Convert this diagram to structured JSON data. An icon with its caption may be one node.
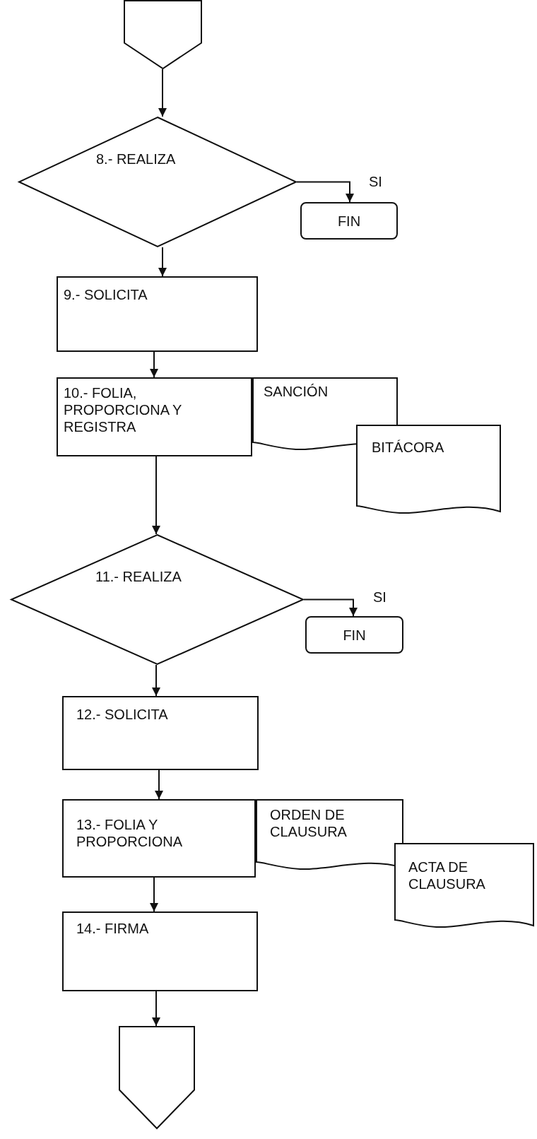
{
  "diagram": {
    "nodes": [
      {
        "text": [],
        "shape": "pentagon"
      },
      {
        "text": [
          "8.- REALIZA"
        ]
      },
      {
        "text": [
          "FIN"
        ]
      },
      {
        "text": [
          "9.- SOLICITA"
        ]
      },
      {
        "text": [
          "10.- FOLIA, PROPORCIONA Y REGISTRA"
        ]
      },
      {
        "text": [
          "SANCIÓN"
        ]
      },
      {
        "text": [
          "BITÁCORA"
        ]
      },
      {
        "text": [
          "11.- REALIZA"
        ]
      },
      {
        "text": [
          "FIN"
        ]
      },
      {
        "text": [
          "12.- SOLICITA"
        ]
      },
      {
        "text": [
          "13.- FOLIA Y PROPORCIONA"
        ]
      },
      {
        "text": [
          "ORDEN DE CLAUSURA"
        ]
      },
      {
        "text": [
          "ACTA DE CLAUSURA"
        ]
      },
      {
        "text": [
          "14.- FIRMA"
        ]
      },
      {
        "text": [],
        "shape": "pentagon"
      }
    ],
    "edges": [
      {
        "from": 0,
        "to": 1,
        "arrow": "to"
      },
      {
        "from": 1,
        "to": 2,
        "arrow": "to",
        "label": "SI"
      },
      {
        "from": 1,
        "to": 3,
        "arrow": "to"
      },
      {
        "from": 3,
        "to": 4,
        "arrow": "to"
      },
      {
        "from": 4,
        "to": 7,
        "arrow": "to"
      },
      {
        "from": 7,
        "to": 8,
        "arrow": "to",
        "label": "SI"
      },
      {
        "from": 7,
        "to": 9,
        "arrow": "to"
      },
      {
        "from": 9,
        "to": 10,
        "arrow": "to"
      },
      {
        "from": 10,
        "to": 13,
        "arrow": "to"
      },
      {
        "from": 13,
        "to": 14,
        "arrow": "to"
      }
    ]
  }
}
